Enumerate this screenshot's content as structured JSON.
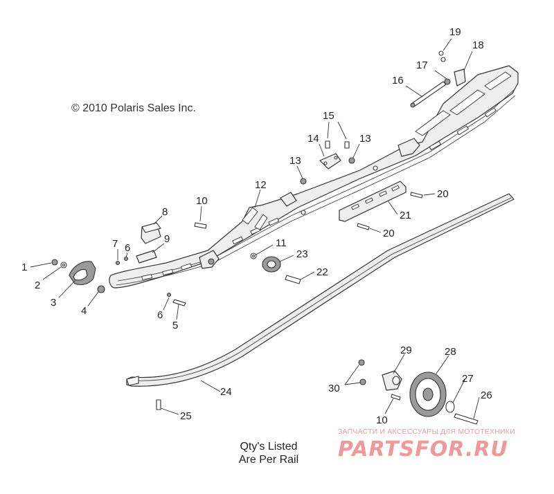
{
  "title": "© 2010 Polaris Sales Inc.",
  "note_line1": "Qty's Listed",
  "note_line2": "Are Per Rail",
  "watermark": {
    "caption": "ЗАПЧАСТИ И АКСЕССУАРЫ ДЛЯ МОТОТЕХНИКИ",
    "logo": "PARTSFOR.RU"
  },
  "callouts": [
    "1",
    "2",
    "3",
    "4",
    "5",
    "6",
    "6",
    "7",
    "8",
    "9",
    "10",
    "10",
    "11",
    "12",
    "13",
    "13",
    "14",
    "15",
    "16",
    "17",
    "18",
    "19",
    "20",
    "20",
    "21",
    "22",
    "23",
    "24",
    "25",
    "26",
    "27",
    "28",
    "29",
    "30"
  ],
  "colors": {
    "line": "#333333",
    "watermark": "#ef9a9a"
  }
}
